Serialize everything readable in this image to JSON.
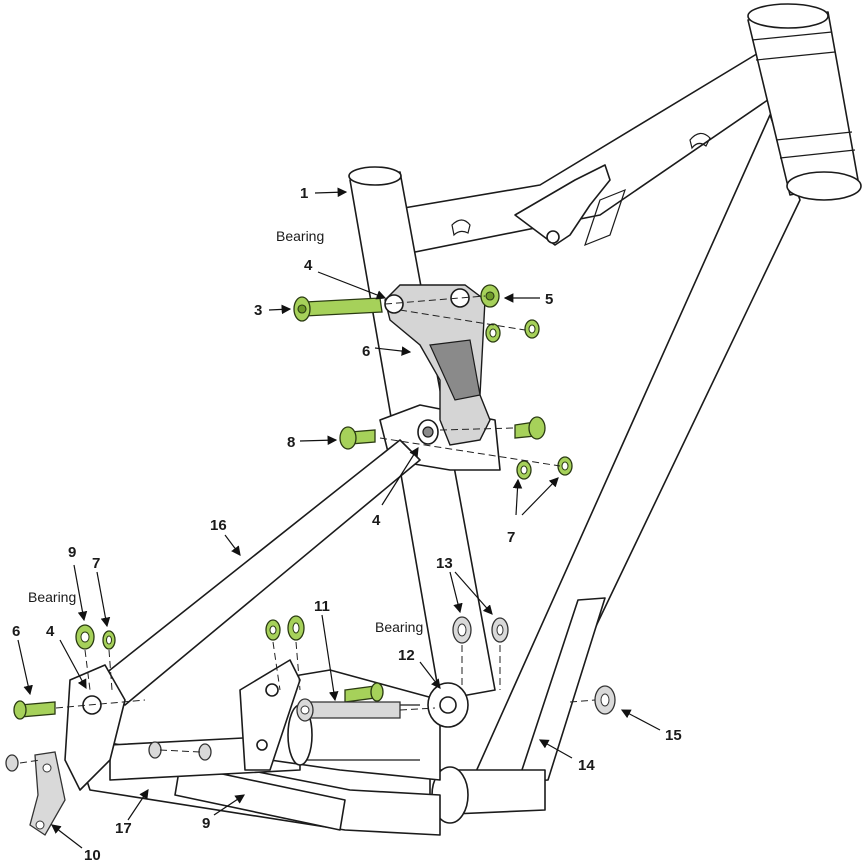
{
  "labels": {
    "l1": "1",
    "l3": "3",
    "l4a": "4",
    "l4b": "4",
    "l4c": "4",
    "l5": "5",
    "l6a": "6",
    "l6b": "6",
    "l7a": "7",
    "l7b": "7",
    "l8": "8",
    "l9a": "9",
    "l9b": "9",
    "l10": "10",
    "l11": "11",
    "l12": "12",
    "l13": "13",
    "l14": "14",
    "l15": "15",
    "l16": "16",
    "l17": "17",
    "bearing1": "Bearing",
    "bearing2": "Bearing",
    "bearing3": "Bearing"
  },
  "colors": {
    "hardware_green": "#a6d15a",
    "link_grey": "#d5d5d5"
  }
}
